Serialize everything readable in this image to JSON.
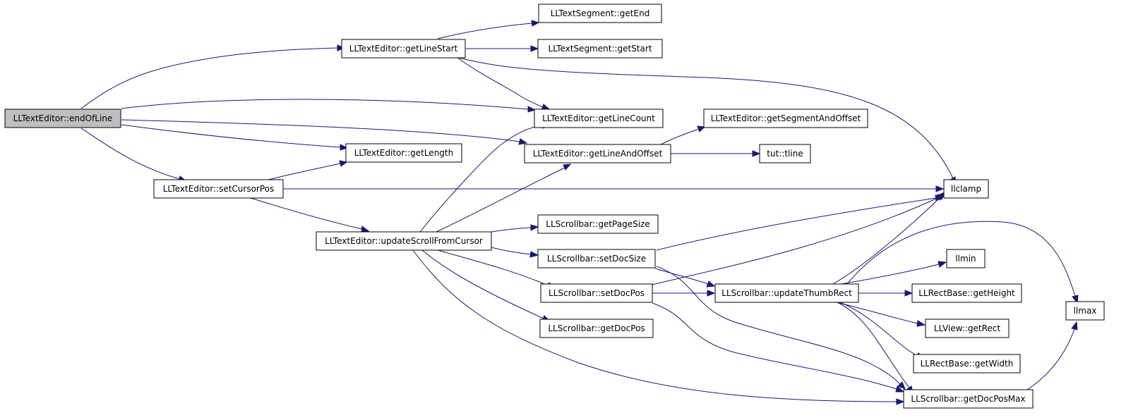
{
  "nodes": [
    {
      "id": "endOfLine",
      "label": "LLTextEditor::endOfLine",
      "root": true
    },
    {
      "id": "getLineStart",
      "label": "LLTextEditor::getLineStart"
    },
    {
      "id": "getEnd",
      "label": "LLTextSegment::getEnd"
    },
    {
      "id": "getStart",
      "label": "LLTextSegment::getStart"
    },
    {
      "id": "getLineCount",
      "label": "LLTextEditor::getLineCount"
    },
    {
      "id": "getSegmentAndOffset",
      "label": "LLTextEditor::getSegmentAndOffset"
    },
    {
      "id": "getLength",
      "label": "LLTextEditor::getLength"
    },
    {
      "id": "getLineAndOffset",
      "label": "LLTextEditor::getLineAndOffset"
    },
    {
      "id": "tline",
      "label": "tut::tline"
    },
    {
      "id": "setCursorPos",
      "label": "LLTextEditor::setCursorPos"
    },
    {
      "id": "llclamp",
      "label": "llclamp"
    },
    {
      "id": "getPageSize",
      "label": "LLScrollbar::getPageSize"
    },
    {
      "id": "updateScrollFromCursor",
      "label": "LLTextEditor::updateScrollFromCursor"
    },
    {
      "id": "setDocSize",
      "label": "LLScrollbar::setDocSize"
    },
    {
      "id": "llmin",
      "label": "llmin"
    },
    {
      "id": "setDocPos",
      "label": "LLScrollbar::setDocPos"
    },
    {
      "id": "updateThumbRect",
      "label": "LLScrollbar::updateThumbRect"
    },
    {
      "id": "getHeight",
      "label": "LLRectBase::getHeight"
    },
    {
      "id": "llmax",
      "label": "llmax"
    },
    {
      "id": "getDocPos",
      "label": "LLScrollbar::getDocPos"
    },
    {
      "id": "getRect",
      "label": "LLView::getRect"
    },
    {
      "id": "getWidth",
      "label": "LLRectBase::getWidth"
    },
    {
      "id": "getDocPosMax",
      "label": "LLScrollbar::getDocPosMax"
    }
  ],
  "edges": [
    {
      "from": "endOfLine",
      "to": "getLineStart"
    },
    {
      "from": "endOfLine",
      "to": "getLineCount"
    },
    {
      "from": "endOfLine",
      "to": "getLineAndOffset"
    },
    {
      "from": "endOfLine",
      "to": "getLength"
    },
    {
      "from": "endOfLine",
      "to": "setCursorPos"
    },
    {
      "from": "getLineStart",
      "to": "getEnd"
    },
    {
      "from": "getLineStart",
      "to": "getStart"
    },
    {
      "from": "getLineStart",
      "to": "getLineCount"
    },
    {
      "from": "getLineStart",
      "to": "llclamp"
    },
    {
      "from": "getLineAndOffset",
      "to": "getSegmentAndOffset"
    },
    {
      "from": "getLineAndOffset",
      "to": "tline"
    },
    {
      "from": "setCursorPos",
      "to": "getLength"
    },
    {
      "from": "setCursorPos",
      "to": "llclamp"
    },
    {
      "from": "setCursorPos",
      "to": "updateScrollFromCursor"
    },
    {
      "from": "updateScrollFromCursor",
      "to": "getLineCount"
    },
    {
      "from": "updateScrollFromCursor",
      "to": "getLineAndOffset"
    },
    {
      "from": "updateScrollFromCursor",
      "to": "getPageSize"
    },
    {
      "from": "updateScrollFromCursor",
      "to": "setDocSize"
    },
    {
      "from": "updateScrollFromCursor",
      "to": "setDocPos"
    },
    {
      "from": "updateScrollFromCursor",
      "to": "getDocPos"
    },
    {
      "from": "updateScrollFromCursor",
      "to": "getDocPosMax"
    },
    {
      "from": "setDocSize",
      "to": "llclamp"
    },
    {
      "from": "setDocSize",
      "to": "updateThumbRect"
    },
    {
      "from": "setDocSize",
      "to": "getDocPosMax"
    },
    {
      "from": "setDocPos",
      "to": "llclamp"
    },
    {
      "from": "setDocPos",
      "to": "updateThumbRect"
    },
    {
      "from": "setDocPos",
      "to": "getDocPosMax"
    },
    {
      "from": "updateThumbRect",
      "to": "llclamp"
    },
    {
      "from": "updateThumbRect",
      "to": "llmin"
    },
    {
      "from": "updateThumbRect",
      "to": "getHeight"
    },
    {
      "from": "updateThumbRect",
      "to": "llmax"
    },
    {
      "from": "updateThumbRect",
      "to": "getRect"
    },
    {
      "from": "updateThumbRect",
      "to": "getWidth"
    },
    {
      "from": "updateThumbRect",
      "to": "getDocPosMax"
    },
    {
      "from": "getDocPosMax",
      "to": "llmax"
    }
  ],
  "colors": {
    "edge": "#191970",
    "root_fill": "#bfbfbf",
    "node_fill": "#ffffff",
    "node_stroke": "#000000"
  }
}
